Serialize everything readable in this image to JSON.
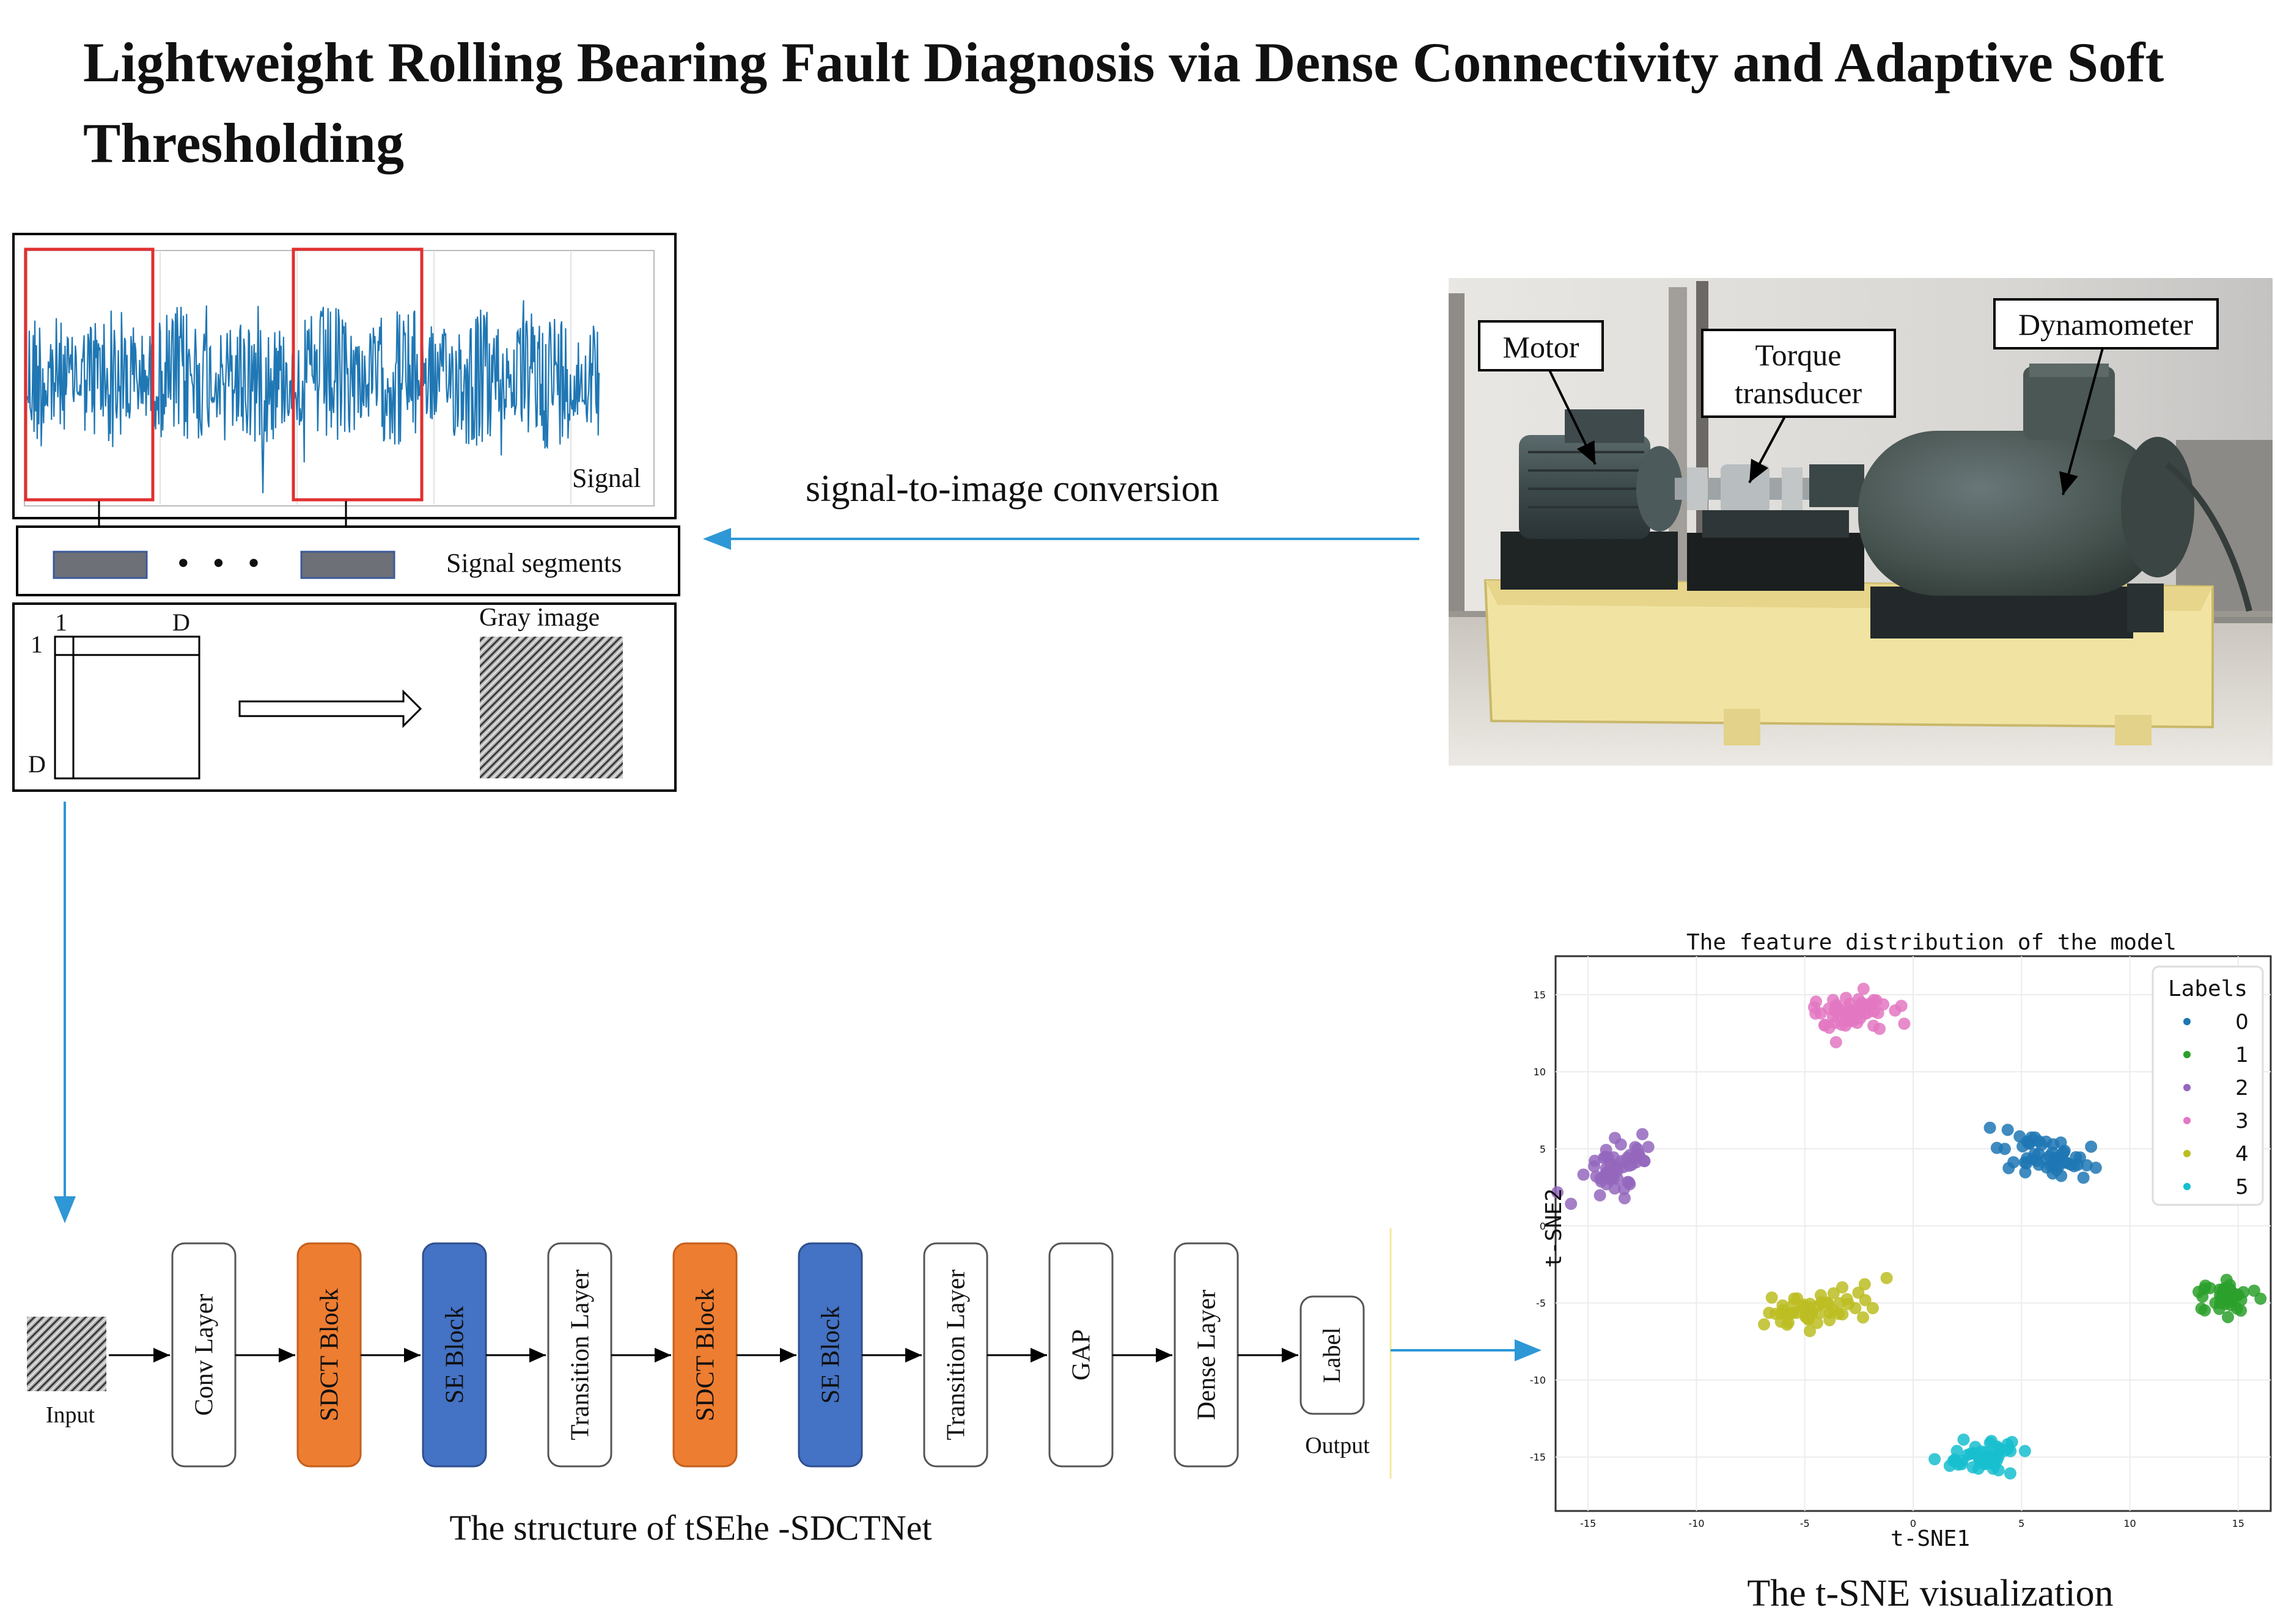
{
  "title": "Lightweight Rolling Bearing Fault Diagnosis via Dense Connectivity and Adaptive Soft Thresholding",
  "signal_panel": {
    "signal_label": "Signal",
    "segments_label": "Signal segments",
    "dots": "• • •",
    "matrix_top_left": "1",
    "matrix_top_right": "D",
    "matrix_left_top": "1",
    "matrix_left_bottom": "D",
    "gray_image_label": "Gray image"
  },
  "conversion_label": "signal-to-image conversion",
  "test_rig": {
    "motor": "Motor",
    "torque_line1": "Torque",
    "torque_line2": "transducer",
    "dynamometer": "Dynamometer"
  },
  "network": {
    "input_label": "Input",
    "output_label": "Output",
    "caption": "The structure of tSEhe -SDCTNet",
    "layers": [
      {
        "label": "Conv Layer",
        "kind": "plain"
      },
      {
        "label": "SDCT Block",
        "kind": "sdct"
      },
      {
        "label": "SE Block",
        "kind": "se"
      },
      {
        "label": "Transition Layer",
        "kind": "plain"
      },
      {
        "label": "SDCT Block",
        "kind": "sdct"
      },
      {
        "label": "SE Block",
        "kind": "se"
      },
      {
        "label": "Transition Layer",
        "kind": "plain"
      },
      {
        "label": "GAP",
        "kind": "plain"
      },
      {
        "label": "Dense Layer",
        "kind": "plain"
      }
    ],
    "label_box": "Label",
    "colors": {
      "sdct": "#ed7d31",
      "se": "#4472c4",
      "plain": "#ffffff"
    }
  },
  "tsne": {
    "caption": "The t-SNE visualization",
    "legend_title": "Labels",
    "chart_data": {
      "type": "scatter",
      "title": "The feature distribution of the model",
      "xlabel": "t-SNE1",
      "ylabel": "t-SNE2",
      "xlim": [
        -16.5,
        16.5
      ],
      "ylim": [
        -18.5,
        17.5
      ],
      "xticks": [
        -15,
        -10,
        -5,
        0,
        5,
        10,
        15
      ],
      "yticks": [
        -15,
        -10,
        -5,
        0,
        5,
        10,
        15
      ],
      "grid": true,
      "legend_position": "top-right",
      "series": [
        {
          "name": "0",
          "color": "#1f77b4",
          "center": [
            6.2,
            4.4
          ],
          "spread": [
            1.6,
            0.7
          ],
          "tilt": -0.45,
          "count": 55
        },
        {
          "name": "1",
          "color": "#2ca02c",
          "center": [
            14.3,
            -4.6
          ],
          "spread": [
            1.0,
            0.6
          ],
          "tilt": 0,
          "count": 45
        },
        {
          "name": "2",
          "color": "#9467bd",
          "center": [
            -13.9,
            3.5
          ],
          "spread": [
            0.9,
            1.5
          ],
          "tilt": -0.6,
          "count": 55
        },
        {
          "name": "3",
          "color": "#e377c2",
          "center": [
            -2.9,
            13.9
          ],
          "spread": [
            1.2,
            0.9
          ],
          "tilt": 0,
          "count": 55
        },
        {
          "name": "4",
          "color": "#bcbd22",
          "center": [
            -4.8,
            -5.5
          ],
          "spread": [
            2.0,
            0.8
          ],
          "tilt": 0.35,
          "count": 55
        },
        {
          "name": "5",
          "color": "#17becf",
          "center": [
            3.3,
            -15.0
          ],
          "spread": [
            1.2,
            0.7
          ],
          "tilt": 0.15,
          "count": 50
        }
      ]
    }
  }
}
